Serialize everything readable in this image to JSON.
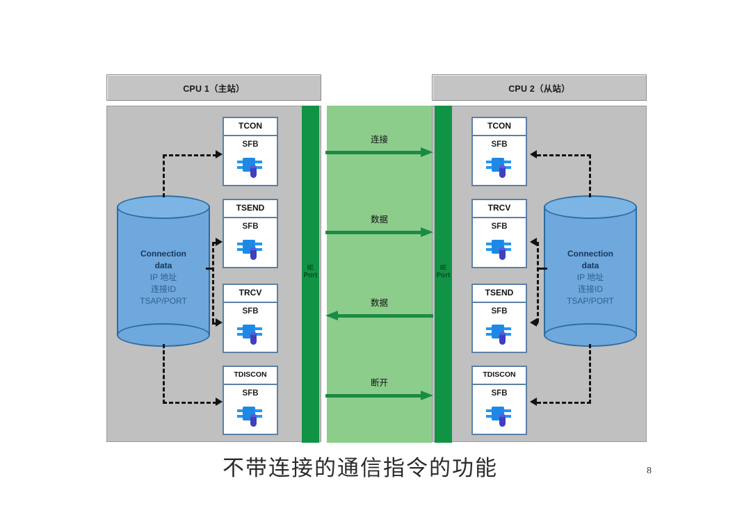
{
  "caption": "不带连接的通信指令的功能",
  "page_number": "8",
  "colors": {
    "panel_gray": "#c0c0c0",
    "header_gray": "#c4c4c4",
    "ie_port_green": "#109345",
    "network_green": "#8ccd8c",
    "arrow_green": "#1a8b45",
    "cylinder_blue": "#6fa8dc",
    "block_border_blue": "#5b7fa6"
  },
  "cpu1": {
    "header": "CPU 1（主站）",
    "connection_data": {
      "title_line1": "Connection",
      "title_line2": "data",
      "line3": "IP 地址",
      "line4": "连接ID",
      "line5": "TSAP/PORT"
    },
    "blocks": [
      {
        "title": "TCON",
        "sub": "SFB",
        "icon": "sfb-block-icon"
      },
      {
        "title": "TSEND",
        "sub": "SFB",
        "icon": "sfb-block-icon"
      },
      {
        "title": "TRCV",
        "sub": "SFB",
        "icon": "sfb-block-icon"
      },
      {
        "title": "TDISCON",
        "sub": "SFB",
        "icon": "sfb-block-icon"
      }
    ]
  },
  "cpu2": {
    "header": "CPU 2（从站）",
    "connection_data": {
      "title_line1": "Connection",
      "title_line2": "data",
      "line3": "IP 地址",
      "line4": "连接ID",
      "line5": "TSAP/PORT"
    },
    "blocks": [
      {
        "title": "TCON",
        "sub": "SFB",
        "icon": "sfb-block-icon"
      },
      {
        "title": "TRCV",
        "sub": "SFB",
        "icon": "sfb-block-icon"
      },
      {
        "title": "TSEND",
        "sub": "SFB",
        "icon": "sfb-block-icon"
      },
      {
        "title": "TDISCON",
        "sub": "SFB",
        "icon": "sfb-block-icon"
      }
    ]
  },
  "network": {
    "port_left_label": "IE\nPort",
    "port_left_line1": "IE",
    "port_left_line2": "Port",
    "port_right_line1": "IE",
    "port_right_line2": "Port",
    "arrows": [
      {
        "label": "连接",
        "direction": "right"
      },
      {
        "label": "数据",
        "direction": "right"
      },
      {
        "label": "数据",
        "direction": "left"
      },
      {
        "label": "断开",
        "direction": "right"
      }
    ]
  }
}
